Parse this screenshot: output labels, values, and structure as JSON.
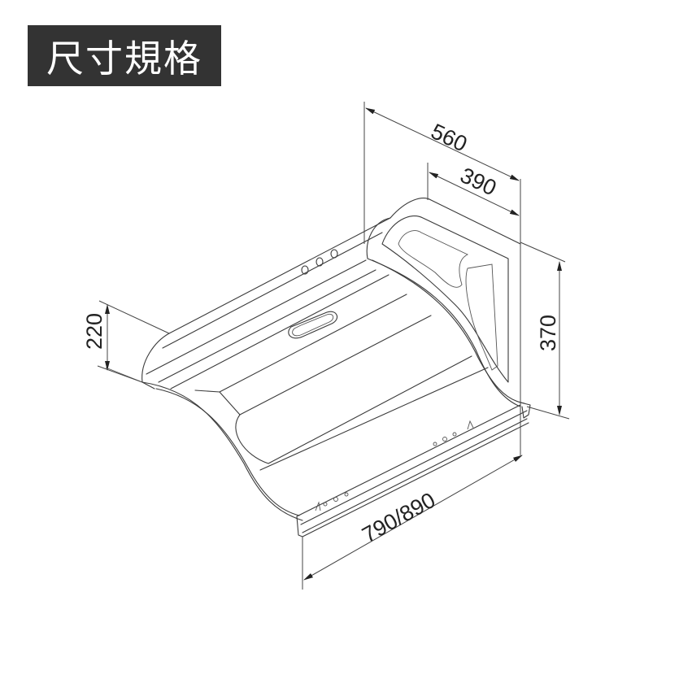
{
  "title": "尺寸規格",
  "colors": {
    "title_bg": "#333333",
    "title_fg": "#ffffff",
    "line": "#3a3a3a"
  },
  "drawing": {
    "subject": "range-hood",
    "dimensions": {
      "overall_depth": "560",
      "side_depth": "390",
      "height": "370",
      "front_height": "220",
      "width": "790/890"
    },
    "features": [
      "control-knobs",
      "light-window",
      "side-panel-cutout",
      "front-rail"
    ]
  }
}
